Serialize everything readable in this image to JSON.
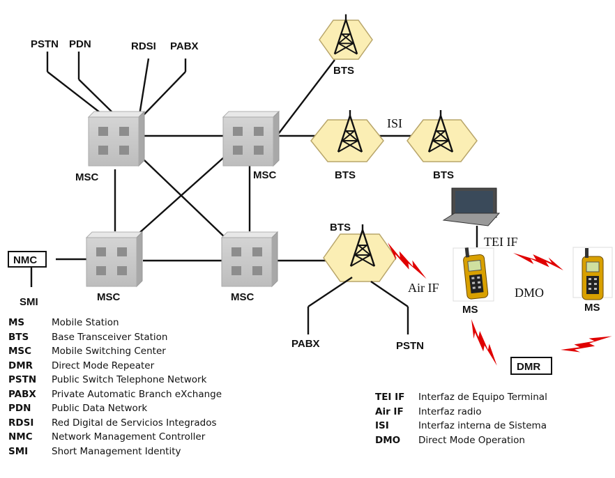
{
  "nodes": {
    "top_labels": [
      "PSTN",
      "PDN",
      "RDSI",
      "PABX"
    ],
    "msc_label": "MSC",
    "bts_label": "BTS",
    "ms_label": "MS",
    "nmc_label": "NMC",
    "smi_label": "SMI",
    "dmr_label": "DMR",
    "bottom_pabx": "PABX",
    "bottom_pstn": "PSTN"
  },
  "link_labels": {
    "isi": "ISI",
    "tei_if": "TEI IF",
    "air_if": "Air IF",
    "dmo": "DMO"
  },
  "legend_left": [
    {
      "abbr": "MS",
      "text": "Mobile Station"
    },
    {
      "abbr": "BTS",
      "text": "Base Transceiver Station"
    },
    {
      "abbr": "MSC",
      "text": "Mobile Switching Center"
    },
    {
      "abbr": "DMR",
      "text": "Direct Mode Repeater"
    },
    {
      "abbr": "PSTN",
      "text": "Public Switch Telephone Network"
    },
    {
      "abbr": "PABX",
      "text": "Private Automatic Branch eXchange"
    },
    {
      "abbr": "PDN",
      "text": "Public Data Network"
    },
    {
      "abbr": "RDSI",
      "text": "Red Digital de Servicios Integrados"
    },
    {
      "abbr": "NMC",
      "text": "Network Management Controller"
    },
    {
      "abbr": "SMI",
      "text": "Short Management Identity"
    }
  ],
  "legend_right": [
    {
      "abbr": "TEI IF",
      "text": "Interfaz de Equipo Terminal"
    },
    {
      "abbr": "Air IF",
      "text": "Interfaz radio"
    },
    {
      "abbr": "ISI",
      "text": "Interfaz interna de Sistema"
    },
    {
      "abbr": "DMO",
      "text": "Direct Mode Operation"
    }
  ]
}
